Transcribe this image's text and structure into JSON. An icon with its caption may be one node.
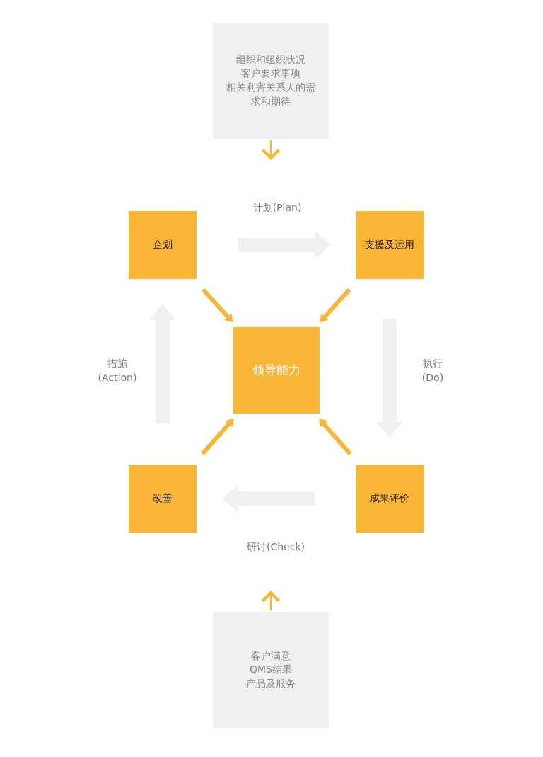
{
  "diagram": {
    "nodes": [
      {
        "text": [
          "组织和组织状况",
          "客户要求事项",
          "相关利害关系人的需求和期待"
        ]
      },
      {
        "text": [
          "企划"
        ]
      },
      {
        "text": [
          "支援及运用"
        ]
      },
      {
        "text": [
          "领导能力"
        ]
      },
      {
        "text": [
          "改善"
        ]
      },
      {
        "text": [
          "成果评价"
        ]
      },
      {
        "text": [
          "客户满意",
          "QMS结果",
          "产品及服务"
        ]
      }
    ],
    "edges": [
      {
        "from": 0,
        "to": null,
        "arrow": "to"
      },
      {
        "from": 1,
        "to": 2,
        "arrow": "to",
        "label": "计划(Plan)",
        "style": "thick",
        "color": "#eff0ef"
      },
      {
        "from": 2,
        "to": 5,
        "arrow": "to",
        "label": "执行 (Do)",
        "style": "thick",
        "color": "#eff0ef"
      },
      {
        "from": 5,
        "to": 4,
        "arrow": "to",
        "label": "研讨(Check)",
        "style": "thick",
        "color": "#eff0ef"
      },
      {
        "from": 4,
        "to": 1,
        "arrow": "to",
        "label": "措施 (Action)",
        "style": "thick",
        "color": "#eff0ef"
      },
      {
        "from": 1,
        "to": 3,
        "arrow": "to",
        "color": "#f9b536"
      },
      {
        "from": 2,
        "to": 3,
        "arrow": "to",
        "color": "#f9b536"
      },
      {
        "from": 5,
        "to": 3,
        "arrow": "to",
        "color": "#f9b536"
      },
      {
        "from": 4,
        "to": 3,
        "arrow": "to",
        "color": "#f9b536"
      },
      {
        "from": 6,
        "to": null,
        "arrow": "to"
      }
    ]
  }
}
